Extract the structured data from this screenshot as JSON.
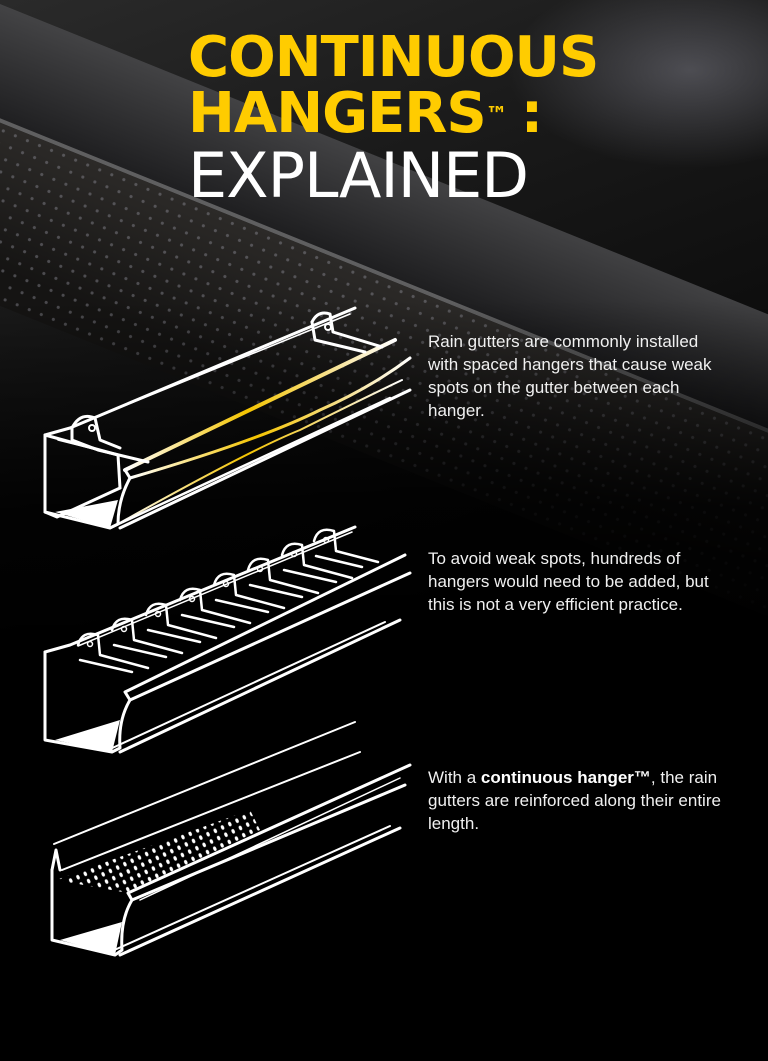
{
  "title": {
    "line1": "CONTINUOUS",
    "line2": "HANGERS",
    "trademark": "™",
    "colon": ":",
    "line3": "EXPLAINED"
  },
  "colors": {
    "accent_yellow": "#ffcc00",
    "text_white": "#ffffff",
    "background": "#000000"
  },
  "panels": [
    {
      "illustration": "gutter-with-spaced-hangers-sagging",
      "caption": "Rain gutters are commonly installed with spaced hangers that cause weak spots on the gutter between each hanger."
    },
    {
      "illustration": "gutter-with-many-hangers",
      "caption": "To avoid weak spots, hundreds of hangers would need to be added, but this is not a very efficient practice."
    },
    {
      "illustration": "gutter-with-continuous-hanger",
      "caption_prefix": "With a ",
      "caption_bold": "continuous hanger™",
      "caption_suffix": ", the rain gutters are reinforced along their entire length."
    }
  ]
}
